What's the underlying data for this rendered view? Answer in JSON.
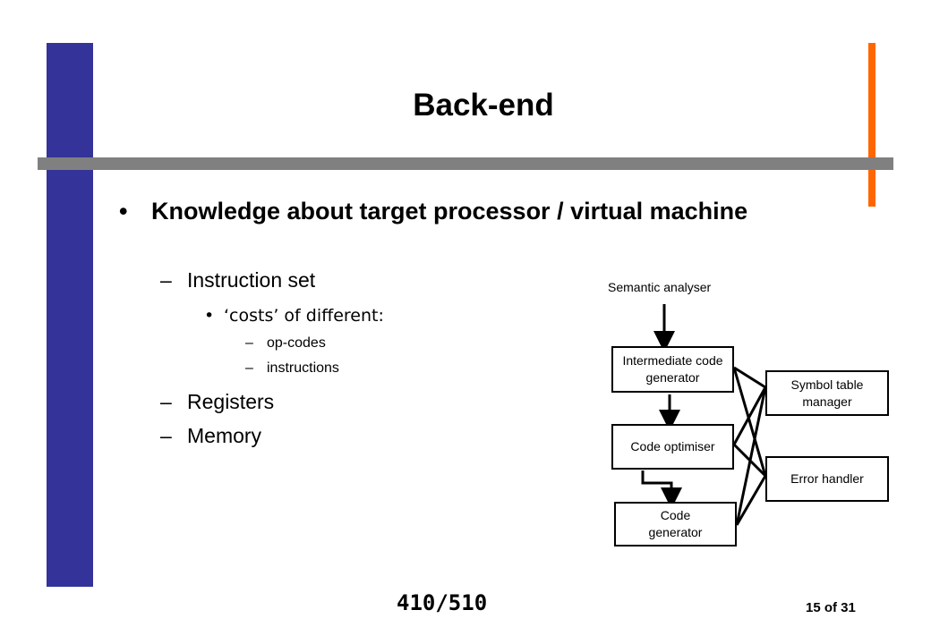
{
  "slide": {
    "title": "Back-end",
    "footer_course": "410/510",
    "page": "15 of 31"
  },
  "content": {
    "bullet": "Knowledge about target processor / virtual machine",
    "items": [
      {
        "marker": "–",
        "text": "Instruction set"
      },
      {
        "marker": "•",
        "text": "‘costs’ of different:"
      },
      {
        "marker": "–",
        "text": "op-codes"
      },
      {
        "marker": "–",
        "text": "instructions"
      },
      {
        "marker": "–",
        "text": "Registers"
      },
      {
        "marker": "–",
        "text": "Memory"
      }
    ]
  },
  "diagram": {
    "top_label": "Semantic analyser",
    "boxes": {
      "intermediate": "Intermediate code generator",
      "optimiser": "Code optimiser",
      "generator": "Code generator",
      "symbol_table": "Symbol table manager",
      "error_handler": "Error handler"
    }
  },
  "colors": {
    "left_bar": "#333399",
    "accent_bar": "#ff6600",
    "divider": "#808080"
  }
}
